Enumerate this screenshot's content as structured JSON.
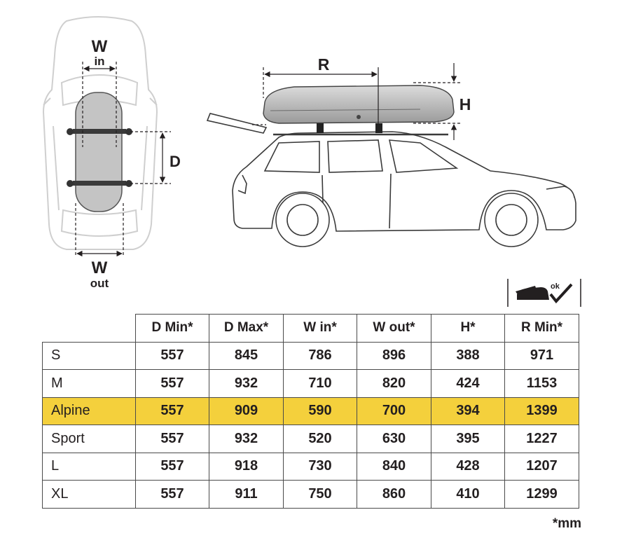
{
  "diagram": {
    "top_view": {
      "w_in_label": "W",
      "w_in_sub": "in",
      "d_label": "D",
      "w_out_label": "W",
      "w_out_sub": "out"
    },
    "side_view": {
      "r_label": "R",
      "h_label": "H"
    },
    "ok_icon": {
      "name": "car-open-tailgate-ok-icon",
      "text": "ok"
    }
  },
  "table": {
    "headers": [
      "D Min*",
      "D Max*",
      "W in*",
      "W out*",
      "H*",
      "R Min*"
    ],
    "rows": [
      {
        "name": "S",
        "values": [
          "557",
          "845",
          "786",
          "896",
          "388",
          "971"
        ]
      },
      {
        "name": "M",
        "values": [
          "557",
          "932",
          "710",
          "820",
          "424",
          "1153"
        ]
      },
      {
        "name": "Alpine",
        "values": [
          "557",
          "909",
          "590",
          "700",
          "394",
          "1399"
        ],
        "highlight": true
      },
      {
        "name": "Sport",
        "values": [
          "557",
          "932",
          "520",
          "630",
          "395",
          "1227"
        ]
      },
      {
        "name": "L",
        "values": [
          "557",
          "918",
          "730",
          "840",
          "428",
          "1207"
        ]
      },
      {
        "name": "XL",
        "values": [
          "557",
          "911",
          "750",
          "860",
          "410",
          "1299"
        ]
      }
    ],
    "highlight_color": "#f4d03c",
    "footnote": "*mm"
  }
}
